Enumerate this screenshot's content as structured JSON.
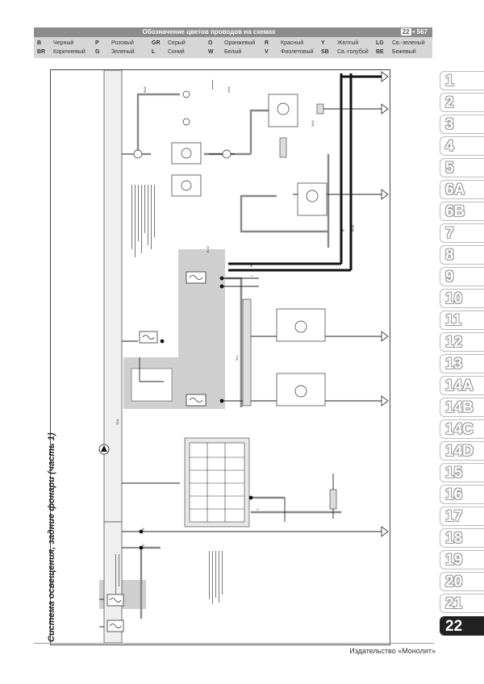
{
  "header": {
    "title": "Обозначение цветов проводов на схемах",
    "page_ref_num": "22",
    "page_ref_page": "• 567"
  },
  "legend": [
    {
      "code": "B",
      "name": "Черный"
    },
    {
      "code": "BR",
      "name": "Коричневый"
    },
    {
      "code": "P",
      "name": "Розовый"
    },
    {
      "code": "G",
      "name": "Зеленый"
    },
    {
      "code": "GR",
      "name": "Серый"
    },
    {
      "code": "L",
      "name": "Синий"
    },
    {
      "code": "O",
      "name": "Оранжевый"
    },
    {
      "code": "W",
      "name": "Белый"
    },
    {
      "code": "R",
      "name": "Красный"
    },
    {
      "code": "V",
      "name": "Фиолетовый"
    },
    {
      "code": "Y",
      "name": "Желтый"
    },
    {
      "code": "SB",
      "name": "Св.-голубой"
    },
    {
      "code": "LG",
      "name": "Св.-зеленый"
    },
    {
      "code": "BE",
      "name": "Бежевый"
    }
  ],
  "page_title": "Система освещения, задние фонари (часть 1)",
  "chapters": [
    "1",
    "2",
    "3",
    "4",
    "5",
    "6A",
    "6B",
    "7",
    "8",
    "9",
    "10",
    "11",
    "12",
    "13",
    "14A",
    "14B",
    "14C",
    "14D",
    "15",
    "16",
    "17",
    "18",
    "19",
    "20",
    "21",
    "22"
  ],
  "active_chapter": "22",
  "publisher": "Издательство «Монолит»",
  "connector_labels": [
    "W-B",
    "W-B",
    "B-W",
    "R-L",
    "L",
    "W-B",
    "R",
    "R-W",
    "W-L",
    "G",
    "B",
    "Y",
    "TAIL"
  ]
}
